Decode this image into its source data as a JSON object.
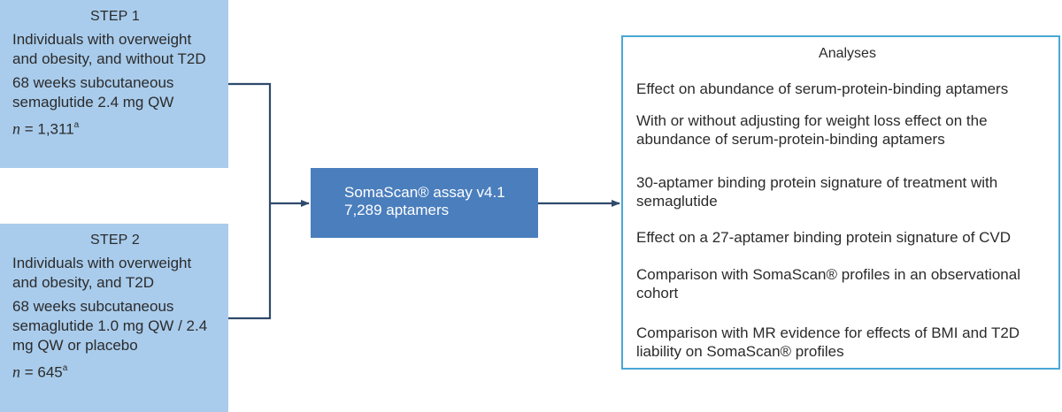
{
  "step1": {
    "title": "STEP 1",
    "population": "Individuals with overweight and obesity, and without T2D",
    "treatment": "68 weeks subcutaneous semaglutide 2.4 mg QW",
    "n_label": "n",
    "n_value": " = 1,311",
    "n_footnote": "a"
  },
  "step2": {
    "title": "STEP 2",
    "population": "Individuals with overweight and obesity, and T2D",
    "treatment": "68 weeks subcutaneous semaglutide 1.0 mg QW / 2.4 mg QW or placebo",
    "n_label": "n",
    "n_value": " = 645",
    "n_footnote": "a"
  },
  "assay": {
    "line1": "SomaScan® assay v4.1",
    "line2": "7,289 aptamers"
  },
  "analyses": {
    "title": "Analyses",
    "items": [
      "Effect on abundance of serum-protein-binding aptamers",
      "With or without adjusting for weight loss effect on the abundance of serum-protein-binding aptamers",
      "30-aptamer binding protein signature of treatment with semaglutide",
      "Effect on a 27-aptamer binding protein signature of CVD",
      "Comparison with SomaScan® profiles in an observational cohort",
      "Comparison with MR evidence for effects of BMI and T2D liability on SomaScan® profiles"
    ]
  },
  "colors": {
    "step_fill": "#a9ccec",
    "assay_fill": "#4a7ebd",
    "analyses_border": "#4aa7d6",
    "connector": "#2f4a6b"
  }
}
